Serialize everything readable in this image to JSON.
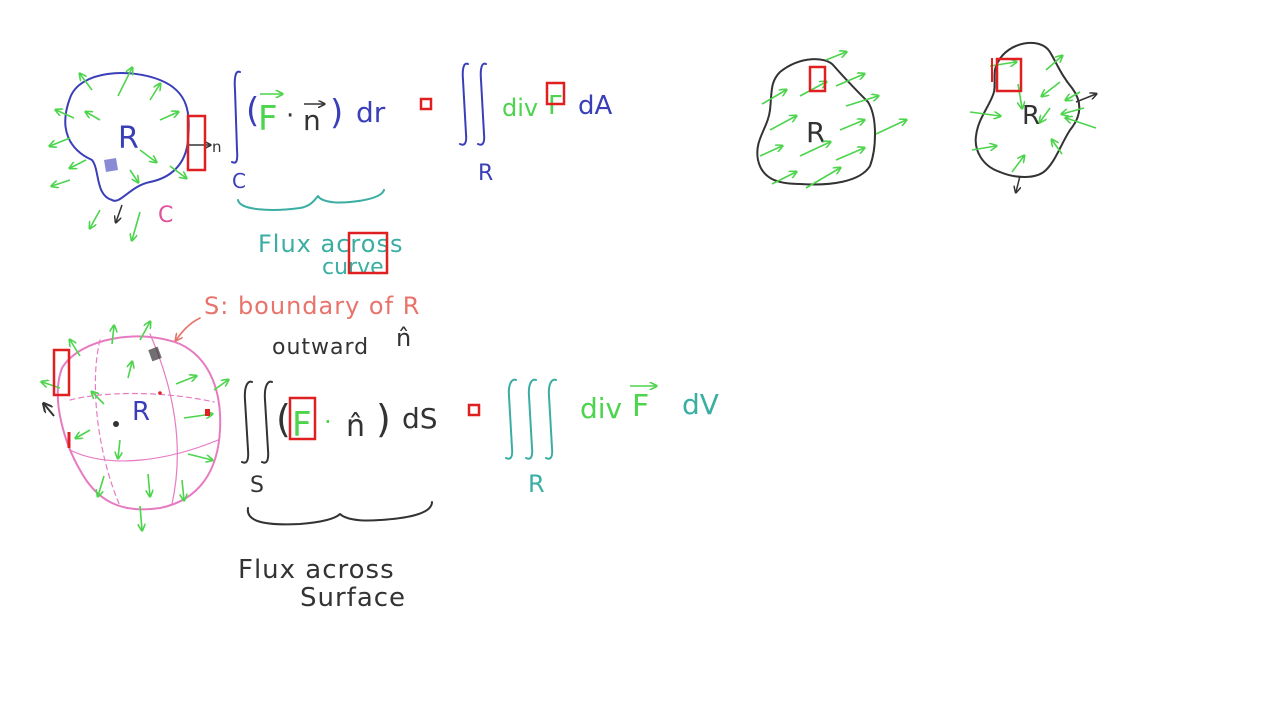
{
  "colors": {
    "blue": "#3a3fb8",
    "green": "#4cd44c",
    "teal": "#3aaea3",
    "salmon": "#e8736a",
    "pink": "#e77bc1",
    "black": "#333333",
    "highlight": "#e02020"
  },
  "top_left": {
    "region_label": "R",
    "curve_label": "C",
    "normal_label": "n",
    "integral_lower": "C",
    "integrand_open": "(",
    "integrand_F": "F",
    "integrand_dot": "·",
    "integrand_n": "n",
    "integrand_close": ")",
    "differential": "dr",
    "rhs_integral_region": "R",
    "rhs_div": "div",
    "rhs_F": "F",
    "rhs_dA": "dA",
    "brace_caption_line1": "Flux across",
    "brace_caption_line2": "curve"
  },
  "top_right": {
    "region1_label": "R",
    "region2_label": "R"
  },
  "bottom_left": {
    "boundary_note": "S: boundary of  R",
    "outward_note": "outward",
    "outward_symbol": "n̂",
    "solid_label": "R",
    "integral_lower": "S",
    "integrand_open": "(",
    "integrand_F": "F",
    "integrand_dot": "·",
    "integrand_n": "n̂",
    "integrand_close": ")",
    "differential": "dS",
    "rhs_integral_region": "R",
    "rhs_div": "div",
    "rhs_F": "F",
    "rhs_dV": "dV",
    "brace_caption_line1": "Flux  across",
    "brace_caption_line2": "Surface"
  }
}
